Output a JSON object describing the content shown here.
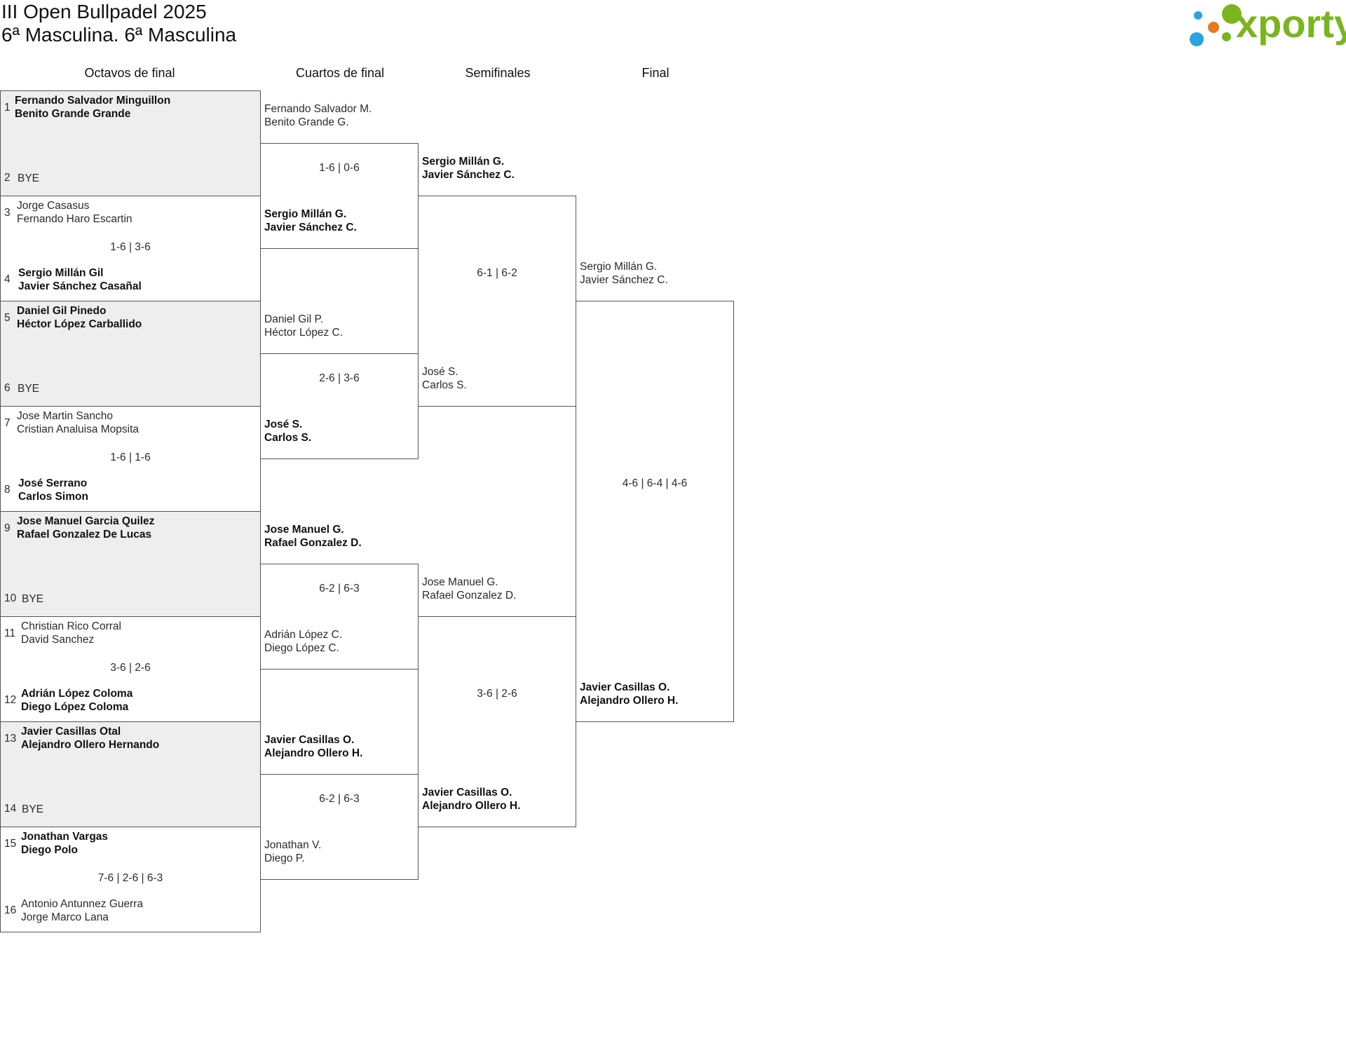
{
  "header": {
    "title": "III Open Bullpadel 2025",
    "subtitle": "6ª Masculina. 6ª Masculina",
    "logo_text": "xporty",
    "logo_colors": [
      "#2aa3e0",
      "#7ab51d",
      "#e57a1e"
    ]
  },
  "rounds": [
    "Octavos de final",
    "Cuartos de final",
    "Semifinales",
    "Final"
  ],
  "octavos": [
    {
      "seed_a": "1",
      "a1": "Fernando Salvador Minguillon",
      "a2": "Benito Grande Grande",
      "seed_b": "2",
      "b1": "BYE",
      "b2": "",
      "score": ""
    },
    {
      "seed_a": "3",
      "a1": "Jorge Casasus",
      "a2": "Fernando Haro Escartin",
      "seed_b": "4",
      "b1": "Sergio Millán Gil",
      "b2": "Javier Sánchez Casañal",
      "score": "1-6 | 3-6"
    },
    {
      "seed_a": "5",
      "a1": "Daniel Gil Pinedo",
      "a2": "Héctor López Carballido",
      "seed_b": "6",
      "b1": "BYE",
      "b2": "",
      "score": ""
    },
    {
      "seed_a": "7",
      "a1": "Jose Martin Sancho",
      "a2": "Cristian Analuisa Mopsita",
      "seed_b": "8",
      "b1": "José Serrano",
      "b2": "Carlos Simon",
      "score": "1-6 | 1-6"
    },
    {
      "seed_a": "9",
      "a1": "Jose Manuel Garcia Quilez",
      "a2": "Rafael Gonzalez De Lucas",
      "seed_b": "10",
      "b1": "BYE",
      "b2": "",
      "score": ""
    },
    {
      "seed_a": "11",
      "a1": "Christian Rico Corral",
      "a2": "David Sanchez",
      "seed_b": "12",
      "b1": "Adrián López Coloma",
      "b2": "Diego López Coloma",
      "score": "3-6 | 2-6"
    },
    {
      "seed_a": "13",
      "a1": "Javier Casillas Otal",
      "a2": "Alejandro Ollero Hernando",
      "seed_b": "14",
      "b1": "BYE",
      "b2": "",
      "score": ""
    },
    {
      "seed_a": "15",
      "a1": "Jonathan Vargas",
      "a2": "Diego Polo",
      "seed_b": "16",
      "b1": "Antonio Antunnez Guerra",
      "b2": "Jorge Marco Lana",
      "score": "7-6 | 2-6 | 6-3"
    }
  ],
  "cuartos": [
    {
      "a1": "Fernando Salvador M.",
      "a2": "Benito Grande G.",
      "b1": "Sergio Millán G.",
      "b2": "Javier Sánchez C.",
      "score": "1-6 | 0-6"
    },
    {
      "a1": "Daniel Gil P.",
      "a2": "Héctor López C.",
      "b1": "José S.",
      "b2": "Carlos S.",
      "score": "2-6 | 3-6"
    },
    {
      "a1": "Jose Manuel G.",
      "a2": "Rafael Gonzalez D.",
      "b1": "Adrián López C.",
      "b2": "Diego López C.",
      "score": "6-2 | 6-3"
    },
    {
      "a1": "Javier Casillas O.",
      "a2": "Alejandro Ollero H.",
      "b1": "Jonathan V.",
      "b2": "Diego P.",
      "score": "6-2 | 6-3"
    }
  ],
  "semis": [
    {
      "a1": "Sergio Millán G.",
      "a2": "Javier Sánchez C.",
      "b1": "José S.",
      "b2": "Carlos S.",
      "score": "6-1 | 6-2"
    },
    {
      "a1": "Jose Manuel G.",
      "a2": "Rafael Gonzalez D.",
      "b1": "Javier Casillas O.",
      "b2": "Alejandro Ollero H.",
      "score": "3-6 | 2-6"
    }
  ],
  "final": {
    "a1": "Sergio Millán G.",
    "a2": "Javier Sánchez C.",
    "b1": "Javier Casillas O.",
    "b2": "Alejandro Ollero H.",
    "score": "4-6 | 6-4 | 4-6"
  }
}
